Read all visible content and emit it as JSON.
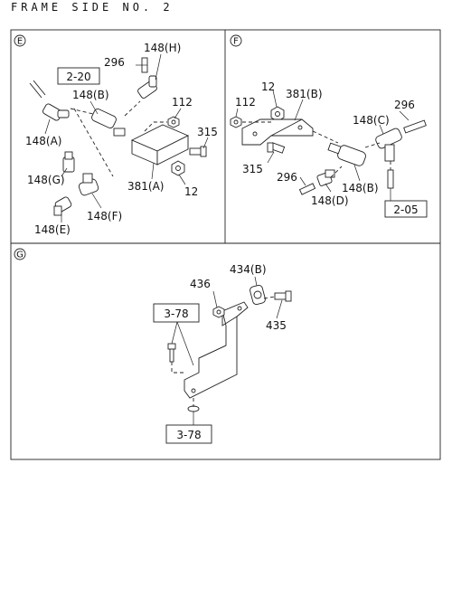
{
  "page_title": "FRAME SIDE NO. 2",
  "sections": [
    {
      "id": "E",
      "labels": [
        "296",
        "148(H)",
        "148(B)",
        "112",
        "315",
        "148(A)",
        "148(G)",
        "381(A)",
        "12",
        "148(F)",
        "148(E)"
      ],
      "refs": [
        "2-20"
      ]
    },
    {
      "id": "F",
      "labels": [
        "12",
        "381(B)",
        "112",
        "296",
        "148(C)",
        "315",
        "296",
        "148(B)",
        "148(D)"
      ],
      "refs": [
        "2-05"
      ]
    },
    {
      "id": "G",
      "labels": [
        "434(B)",
        "436",
        "435"
      ],
      "refs": [
        "3-78",
        "3-78"
      ]
    }
  ]
}
